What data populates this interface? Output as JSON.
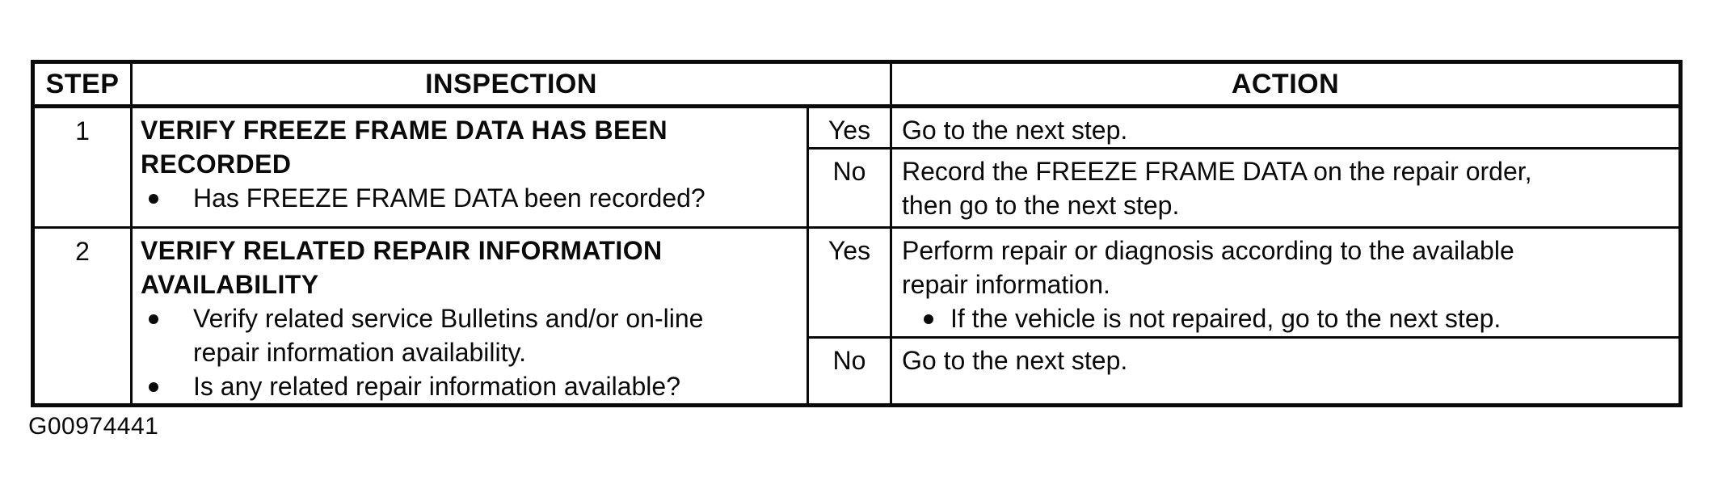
{
  "colors": {
    "ink": "#0a0a0a",
    "paper": "#ffffff"
  },
  "figure_id": "G00974441",
  "header": {
    "step": "STEP",
    "inspection": "INSPECTION",
    "action": "ACTION"
  },
  "steps": [
    {
      "number": "1",
      "inspection": {
        "title": "VERIFY FREEZE FRAME DATA HAS BEEN\nRECORDED",
        "bullets": [
          "Has FREEZE FRAME DATA been recorded?"
        ]
      },
      "branches": [
        {
          "answer": "Yes",
          "action": "Go to the next step."
        },
        {
          "answer": "No",
          "action": "Record the FREEZE FRAME DATA on the repair order,\nthen go to the next step."
        }
      ]
    },
    {
      "number": "2",
      "inspection": {
        "title": "VERIFY RELATED REPAIR INFORMATION\nAVAILABILITY",
        "bullets": [
          "Verify related service Bulletins and/or on-line\nrepair information availability.",
          "Is any related repair information available?"
        ]
      },
      "branches": [
        {
          "answer": "Yes",
          "action": "Perform repair or diagnosis according to the available\nrepair information.",
          "action_bullets": [
            "If the vehicle is not repaired, go to the next step."
          ]
        },
        {
          "answer": "No",
          "action": "Go to the next step."
        }
      ]
    }
  ]
}
